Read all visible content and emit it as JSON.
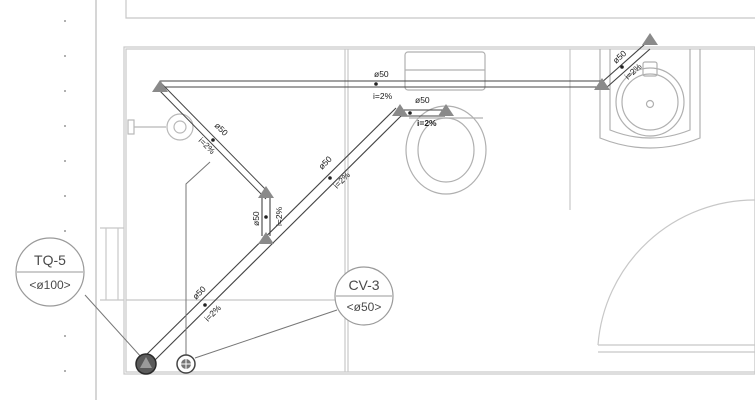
{
  "tags": {
    "tq5": {
      "code": "TQ-5",
      "spec": "<ø100>"
    },
    "cv3": {
      "code": "CV-3",
      "spec": "<ø50>"
    }
  },
  "pipe_labels": {
    "top_run_size": "ø50",
    "top_run_slope": "i=2%",
    "wc_branch_size": "ø50",
    "wc_branch_slope": "i=2%",
    "basin_branch_size": "ø50",
    "basin_branch_slope": "i=2%",
    "left_branch_size": "ø50",
    "left_branch_slope": "i=2%",
    "diag_upper_size": "ø50",
    "diag_upper_slope": "i=2%",
    "vertical_size": "ø50",
    "vertical_slope": "i=2%",
    "diag_lower_size": "ø50",
    "diag_lower_slope": "i=2%"
  },
  "colors": {
    "wall": "#c8c8c8",
    "pipe": "#444444",
    "fixture": "#b0b0b0",
    "marker": "#8a8a8a",
    "leader": "#777777"
  }
}
